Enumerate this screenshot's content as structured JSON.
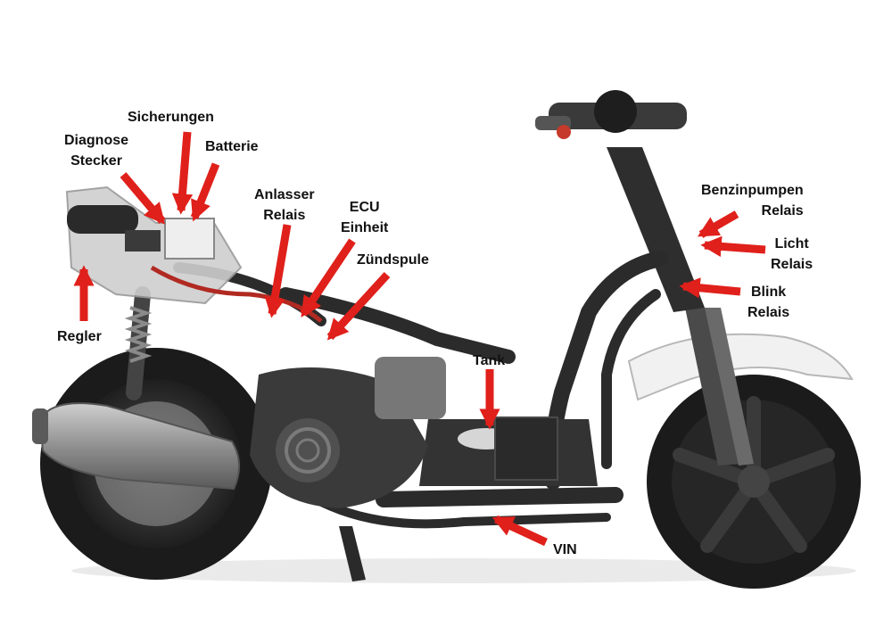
{
  "colors": {
    "arrow": "#e0201b",
    "label_text": "#111111",
    "background": "#ffffff",
    "tire": "#1b1b1b",
    "frame": "#2b2b2b",
    "fender": "#f1f1f1"
  },
  "labels": {
    "sicherungen": "Sicherungen",
    "diagnose_line1": "Diagnose",
    "diagnose_line2": "Stecker",
    "batterie": "Batterie",
    "anlasser_line1": "Anlasser",
    "anlasser_line2": "Relais",
    "ecu_line1": "ECU",
    "ecu_line2": "Einheit",
    "zuendspule": "Zündspule",
    "regler": "Regler",
    "tank": "Tank",
    "vin": "VIN",
    "benzinpumpen_line1": "Benzinpumpen",
    "benzinpumpen_line2": "Relais",
    "licht_line1": "Licht",
    "licht_line2": "Relais",
    "blink_line1": "Blink",
    "blink_line2": "Relais"
  }
}
